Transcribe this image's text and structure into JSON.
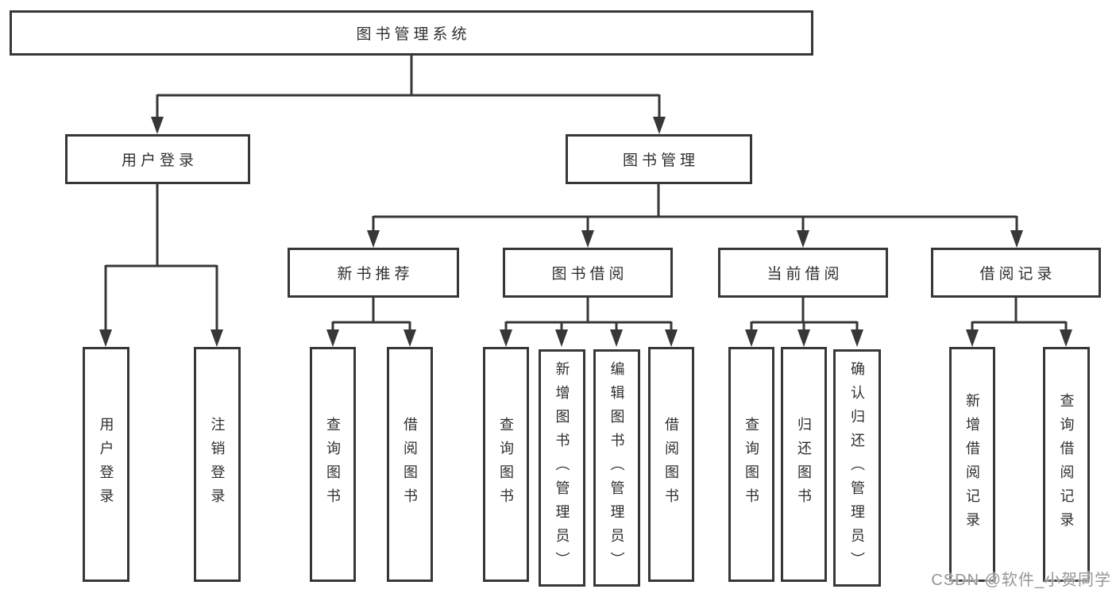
{
  "diagram": {
    "root": {
      "label": "图书管理系统",
      "children": [
        {
          "label": "用户登录",
          "children": [
            {
              "label": "用户登录"
            },
            {
              "label": "注销登录"
            }
          ]
        },
        {
          "label": "图书管理",
          "children": [
            {
              "label": "新书推荐",
              "children": [
                {
                  "label": "查询图书"
                },
                {
                  "label": "借阅图书"
                }
              ]
            },
            {
              "label": "图书借阅",
              "children": [
                {
                  "label": "查询图书"
                },
                {
                  "label": "新增图书（管理员）"
                },
                {
                  "label": "编辑图书（管理员）"
                },
                {
                  "label": "借阅图书"
                }
              ]
            },
            {
              "label": "当前借阅",
              "children": [
                {
                  "label": "查询图书"
                },
                {
                  "label": "归还图书"
                },
                {
                  "label": "确认归还（管理员）"
                }
              ]
            },
            {
              "label": "借阅记录",
              "children": [
                {
                  "label": "新增借阅记录"
                },
                {
                  "label": "查询借阅记录"
                }
              ]
            }
          ]
        }
      ]
    },
    "colors": {
      "line": "#373737",
      "box_border": "#373737",
      "text": "#2f2f2f",
      "background": "#ffffff",
      "watermark": "#969696"
    },
    "watermark": "CSDN @软件_小贺同学"
  }
}
